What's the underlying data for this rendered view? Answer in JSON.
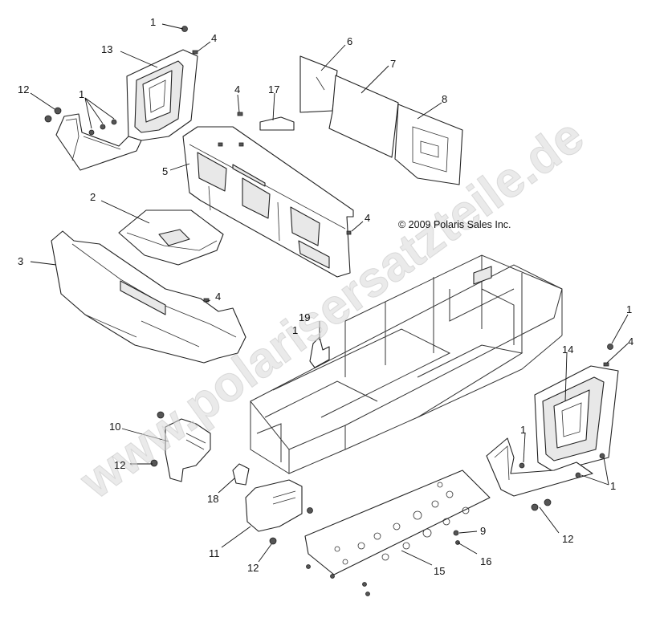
{
  "copyright": "© 2009 Polaris Sales Inc.",
  "watermark": "www.polarisersatzteile.de",
  "callouts": {
    "c1a": "1",
    "c1b": "1",
    "c1c": "1",
    "c1d": "1",
    "c1e": "1",
    "c1f": "1",
    "c2": "2",
    "c3": "3",
    "c4a": "4",
    "c4b": "4",
    "c4c": "4",
    "c4d": "4",
    "c4e": "4",
    "c5": "5",
    "c6": "6",
    "c7": "7",
    "c8": "8",
    "c9": "9",
    "c10": "10",
    "c11": "11",
    "c12a": "12",
    "c12b": "12",
    "c12c": "12",
    "c12d": "12",
    "c13": "13",
    "c14": "14",
    "c15": "15",
    "c16": "16",
    "c17": "17",
    "c18": "18",
    "c19": "19"
  }
}
